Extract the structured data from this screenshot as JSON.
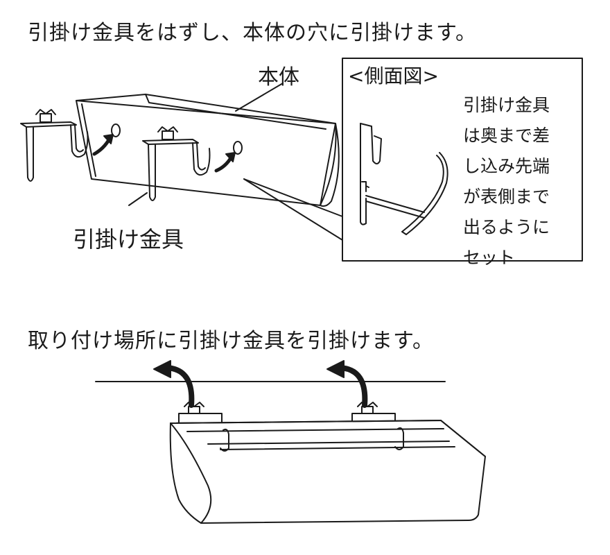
{
  "step1": {
    "instruction": "引掛け金具をはずし、本体の穴に引掛けます。",
    "body_label": "本体",
    "hook_label": "引掛け金具"
  },
  "side_view": {
    "title": "<側面図>",
    "note_lines": [
      "引掛け金具",
      "は奥まで差",
      "し込み先端",
      "が表側まで",
      "出るように",
      "セット"
    ]
  },
  "step2": {
    "instruction": "取り付け場所に引掛け金具を引掛けます。"
  },
  "colors": {
    "line": "#1a1a1a",
    "fill": "#ffffff",
    "arrow": "#1a1a1a"
  }
}
